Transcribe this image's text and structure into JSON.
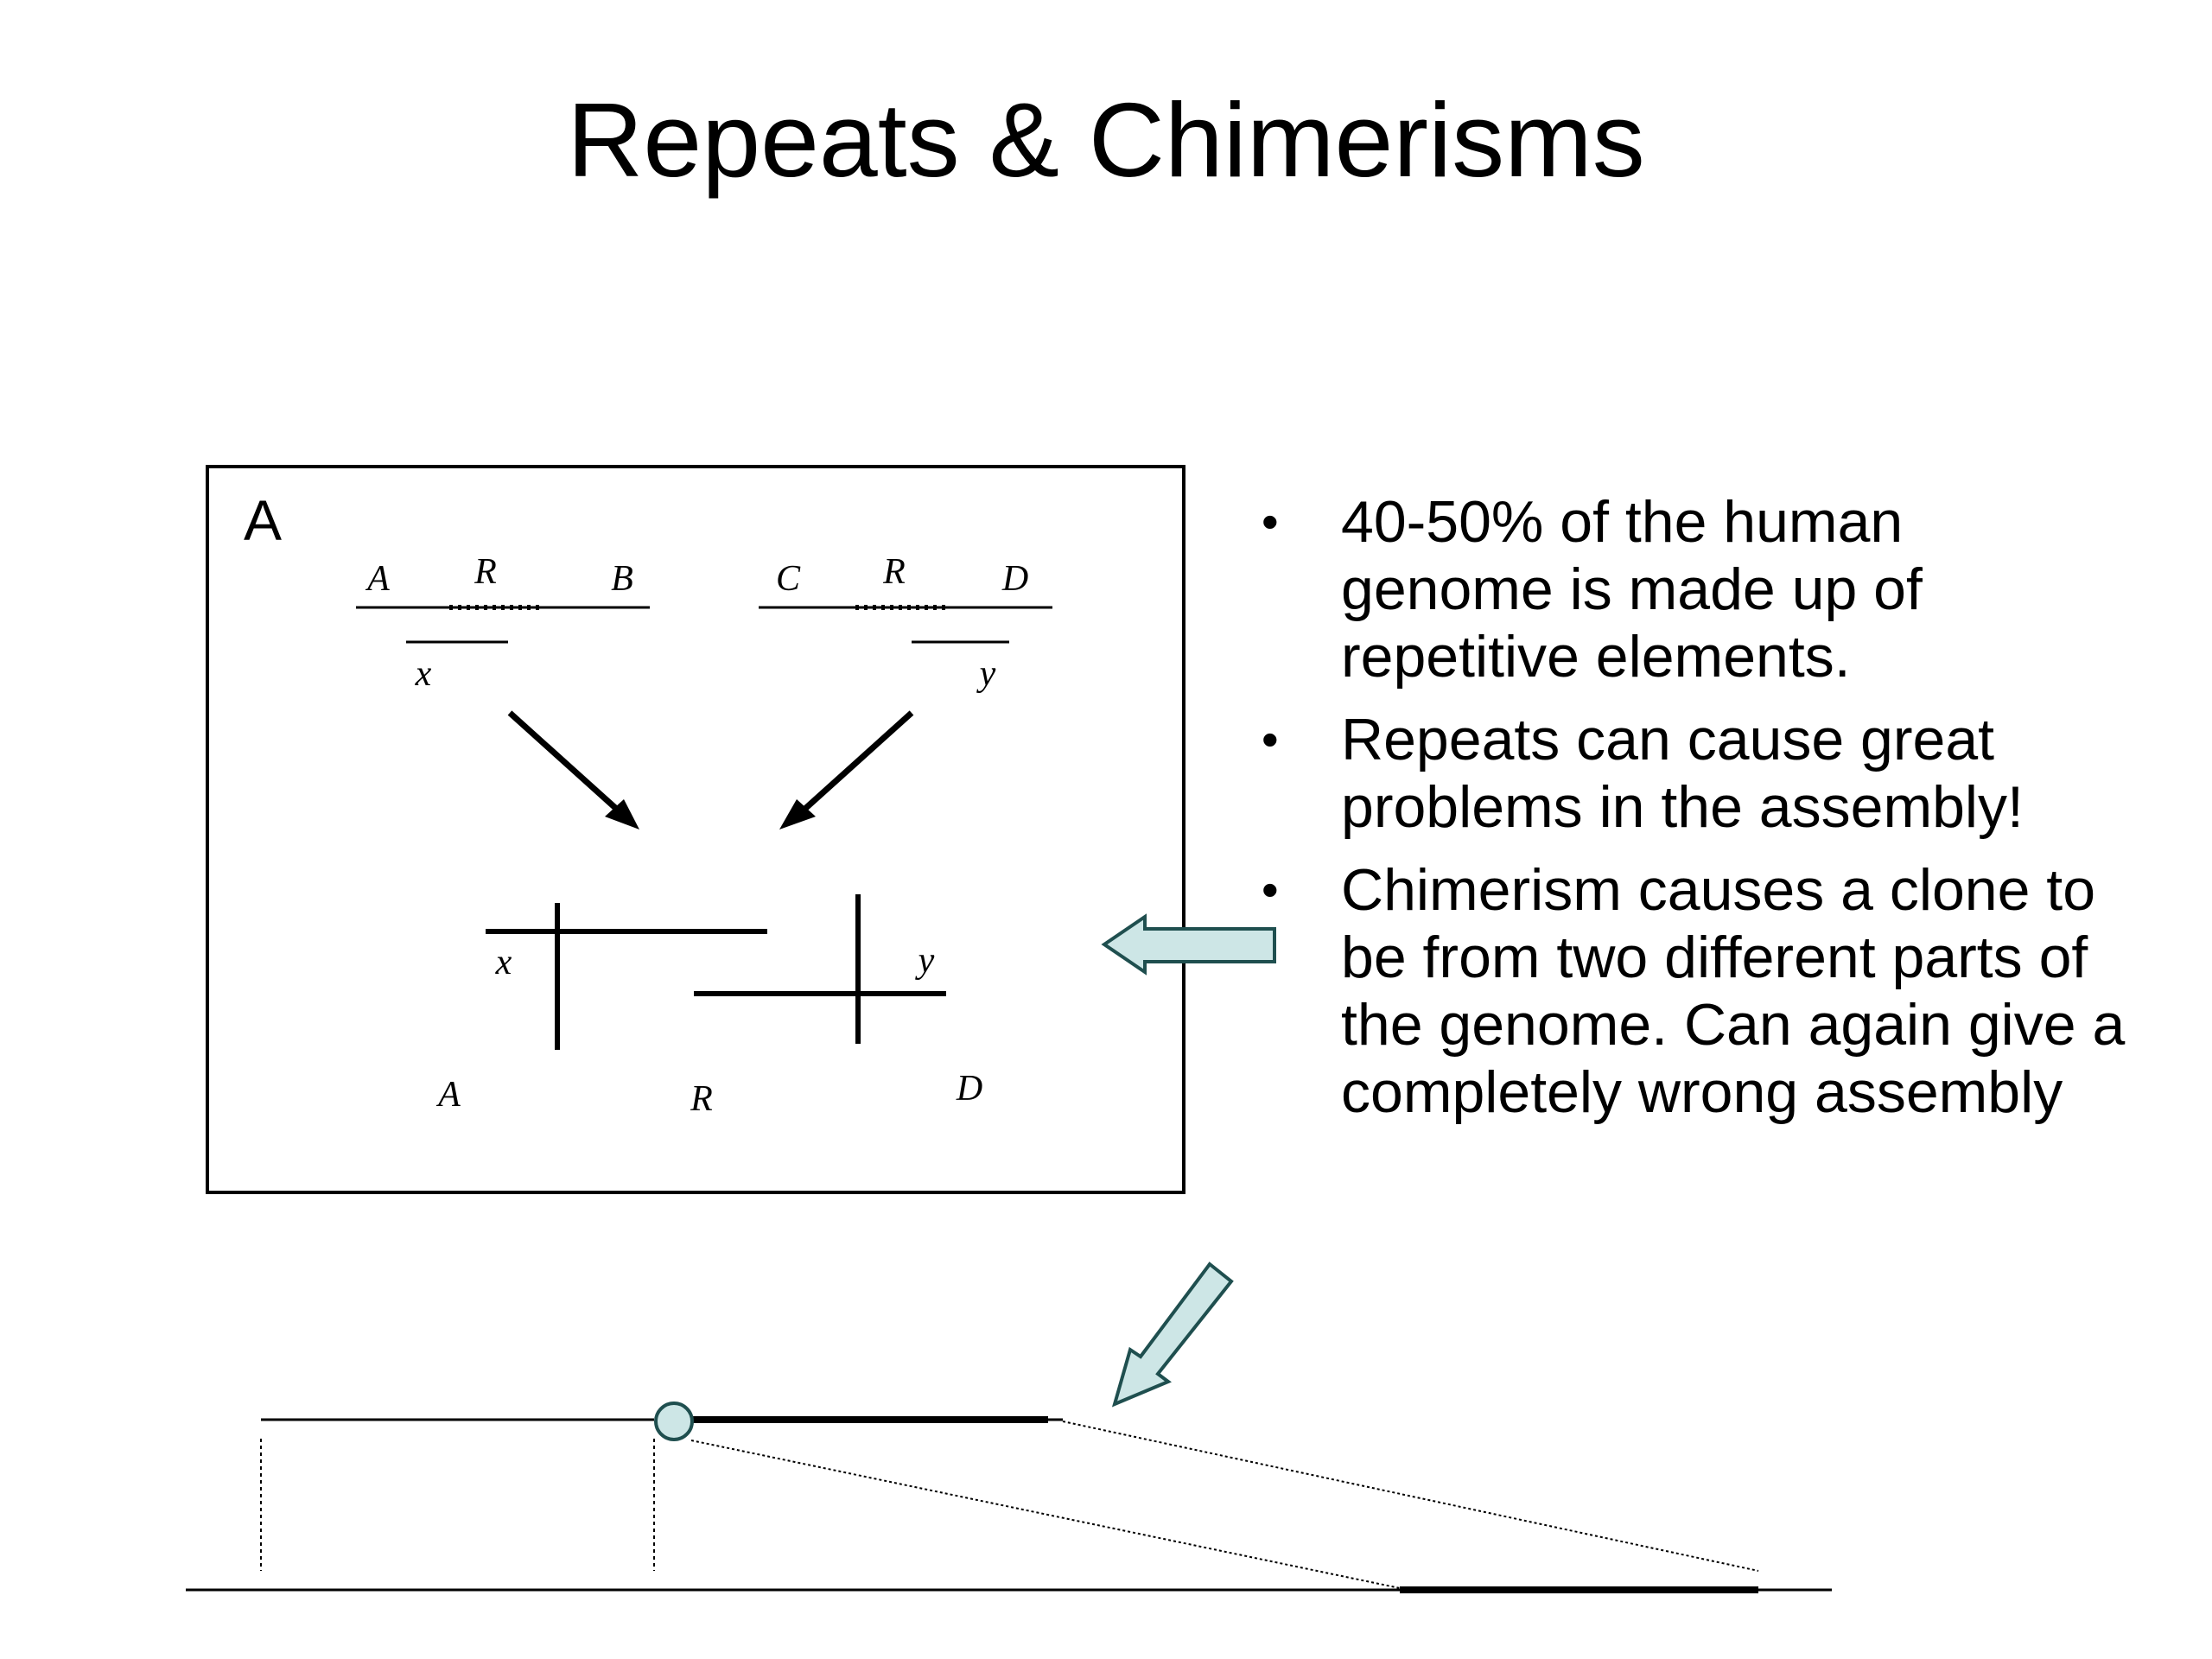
{
  "slide": {
    "title": "Repeats & Chimerisms",
    "bullets": [
      "40-50% of the human genome is made up of repetitive elements.",
      "Repeats can cause great problems in the assembly!",
      "Chimerism causes a clone to be from two different parts of the genome. Can again give a completely wrong assembly"
    ]
  },
  "figure": {
    "panel_label": "A",
    "top_left": {
      "left": "A",
      "mid": "R",
      "right": "B",
      "clone": "x"
    },
    "top_right": {
      "left": "C",
      "mid": "R",
      "right": "D",
      "clone": "y"
    },
    "bottom": {
      "clone_x": "x",
      "clone_y": "y",
      "left": "A",
      "mid": "R",
      "right": "D"
    }
  },
  "colors": {
    "callout_arrow_fill": "#cde6e6",
    "callout_arrow_stroke": "#1f4f4f"
  }
}
